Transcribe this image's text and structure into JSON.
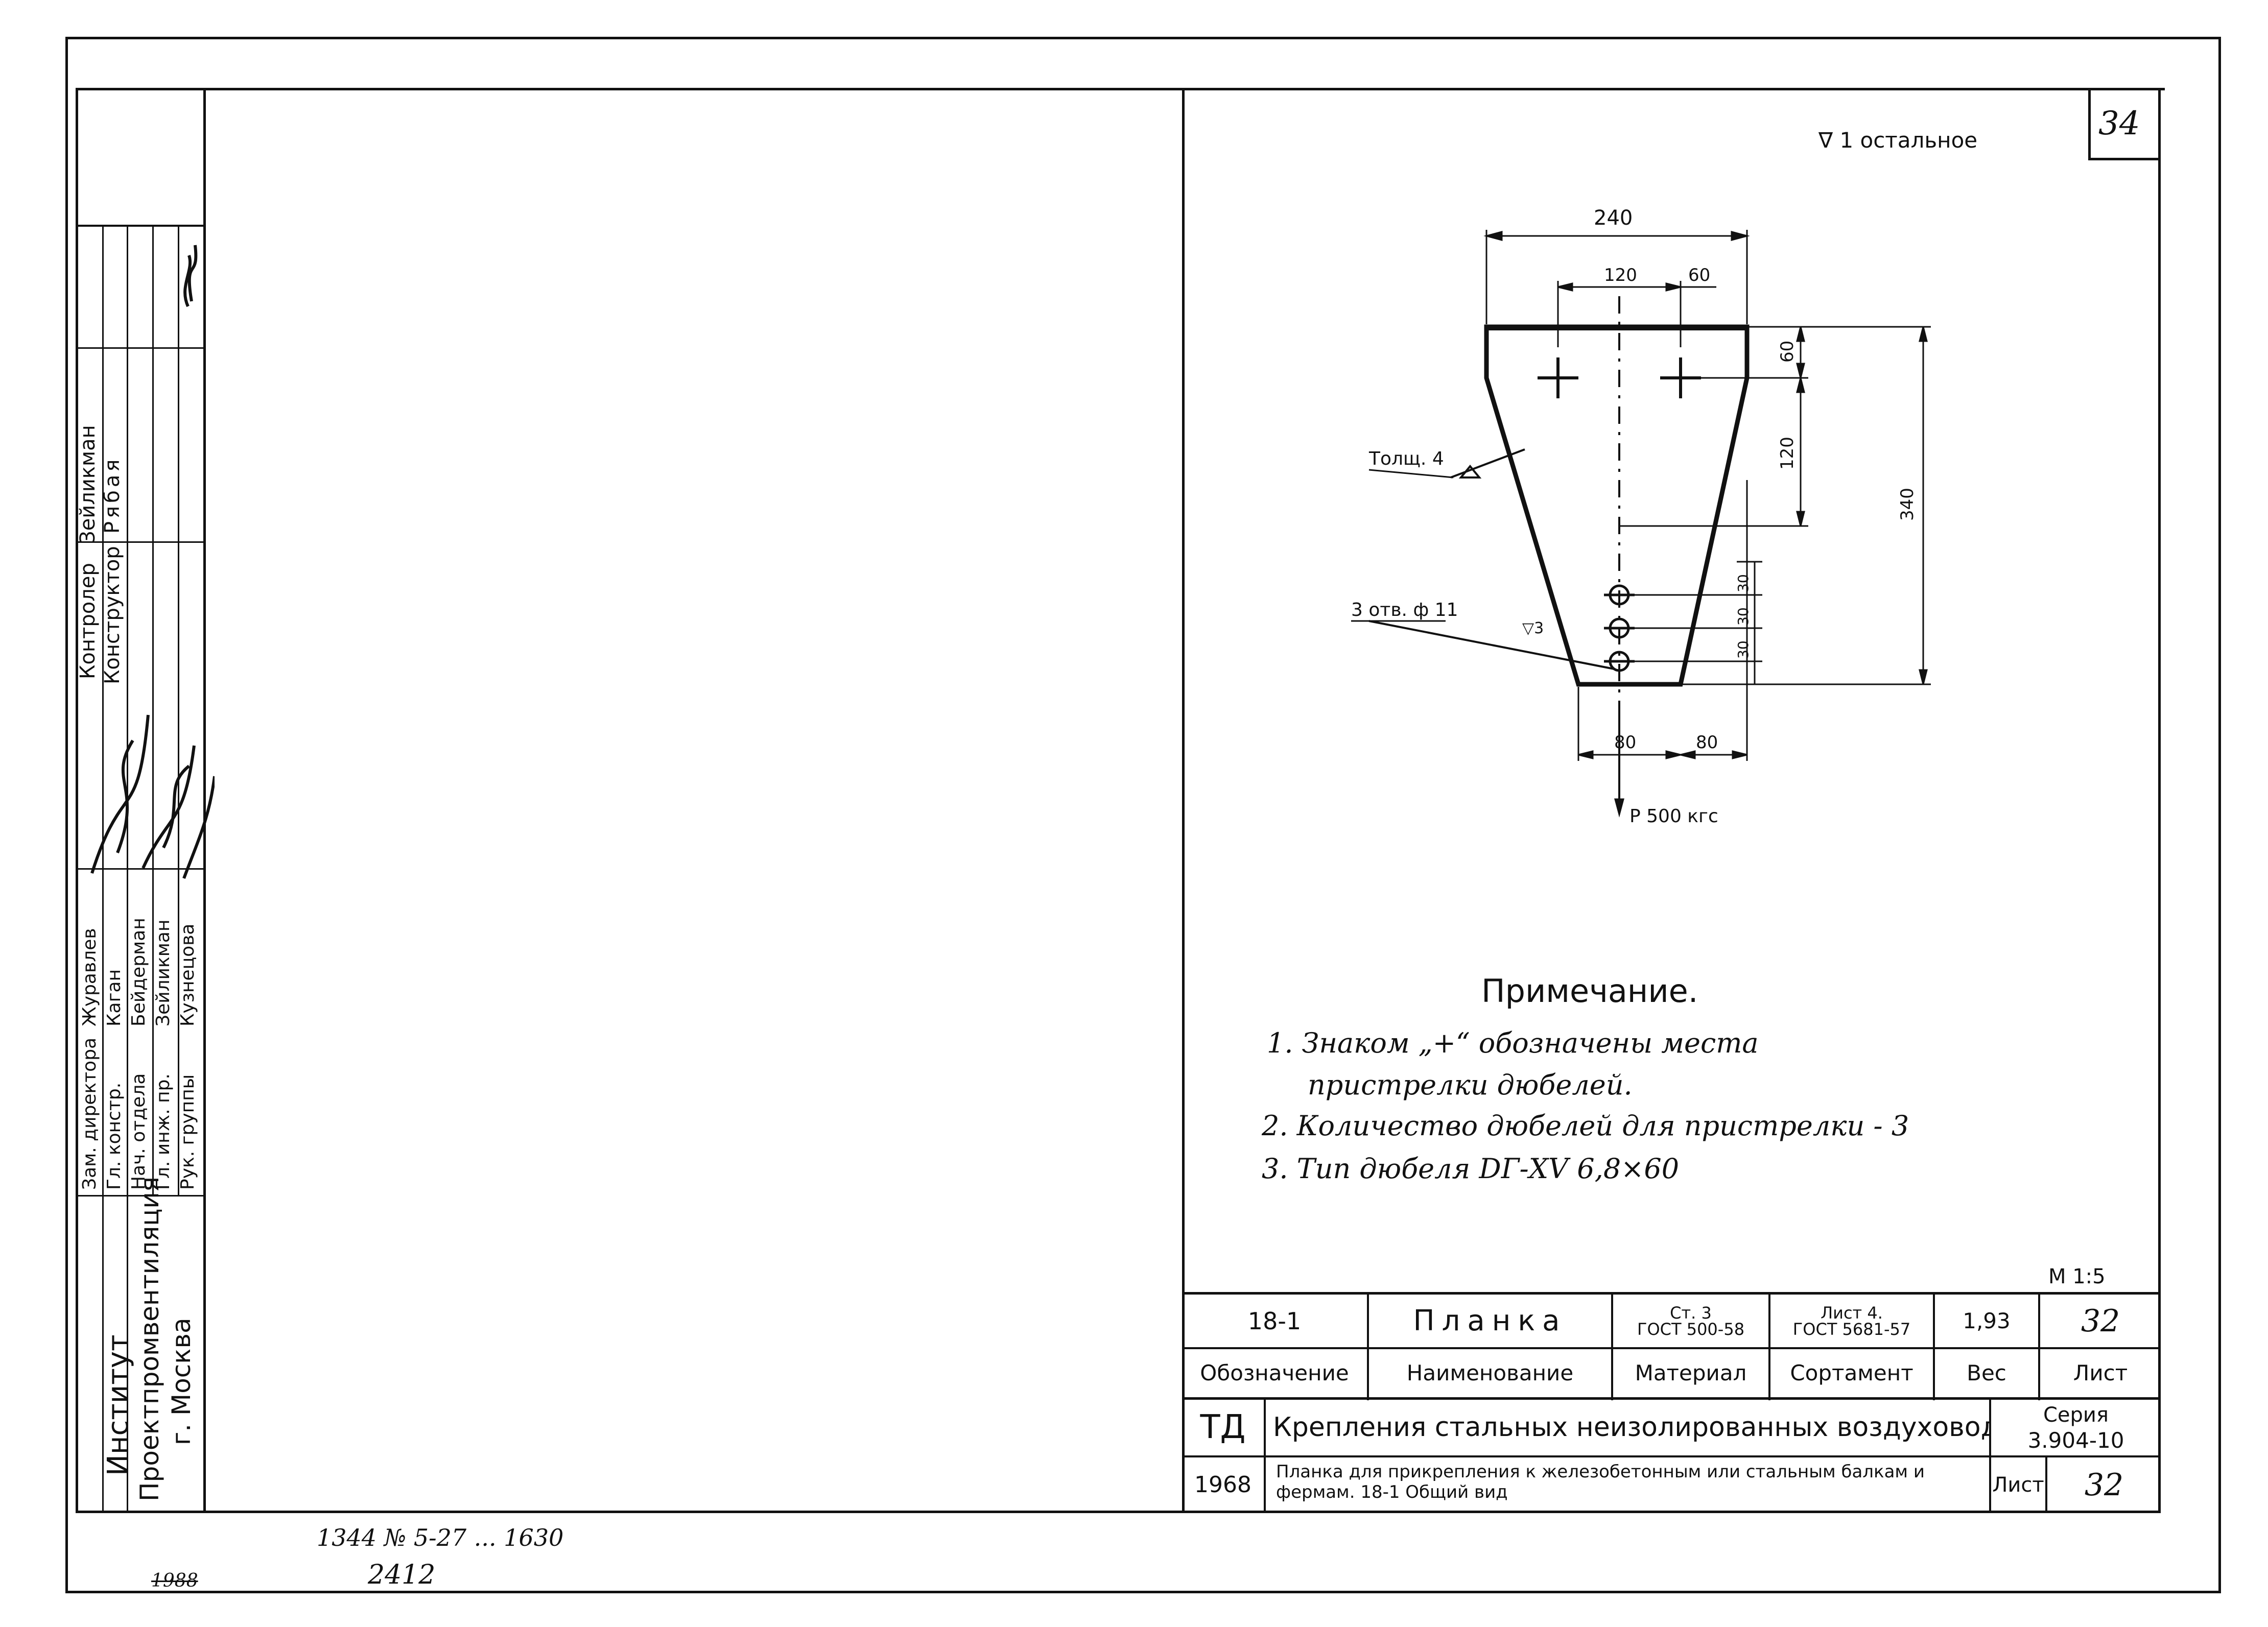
{
  "sheet": {
    "corner_number": "34",
    "surface_note": "∇ 1 остальное"
  },
  "drawing": {
    "dims": {
      "top_width": "240",
      "spacing_a": "120",
      "spacing_b": "60",
      "bottom_a": "80",
      "bottom_b": "80",
      "right_60": "60",
      "right_120": "120",
      "total_height": "340",
      "hole_pitch_1": "30",
      "hole_pitch_2": "30",
      "hole_pitch_3": "30"
    },
    "labels": {
      "thickness": "Толщ. 4",
      "holes": "3 отв. ф 11",
      "weld": "▽3",
      "load": "Р 500 кгс"
    }
  },
  "notes": {
    "heading": "Примечание.",
    "items": [
      "1. Знаком „+“ обозначены места",
      "пристрелки дюбелей.",
      "2. Количество дюбелей для пристрелки - 3",
      "3. Тип дюбеля DГ-XV 6,8×60"
    ]
  },
  "scale": "М 1:5",
  "spec_table": {
    "values": {
      "designation": "18-1",
      "name": "Планка",
      "material": "Ст. 3\nГОСТ 500-58",
      "assortment": "Лист 4.\nГОСТ 5681-57",
      "weight": "1,93",
      "sheet": "32"
    },
    "headers": {
      "designation": "Обозначение",
      "name": "Наименование",
      "material": "Материал",
      "assortment": "Сортамент",
      "weight": "Вес",
      "sheet": "Лист"
    }
  },
  "title_block": {
    "code": "ТД",
    "year": "1968",
    "title": "Крепления стальных неизолированных воздуховодов",
    "subtitle": "Планка для прикрепления к железобетонным или стальным балкам и фермам. 18-1 Общий вид",
    "series_label": "Серия",
    "series_value": "3.904-10",
    "sheet_label": "Лист",
    "sheet_value": "32"
  },
  "side_stamp": {
    "institute": [
      "Институт",
      "Проектпромвентиляция",
      "г. Москва"
    ],
    "roles": [
      "Зам. директора",
      "Гл. констр.",
      "Нач. отдела",
      "Гл. инж. пр.",
      "Рук. группы"
    ],
    "names": [
      "Журавлев",
      "Каган",
      "Бейдерман",
      "Зейликман",
      "Кузнецова"
    ],
    "roles2": [
      "Контролер",
      "Конструктор"
    ],
    "names2": [
      "Зейликман",
      "Рябая"
    ]
  },
  "bottom_notes": {
    "inventory": "1344 № 5-27 ... 1630",
    "number": "2412",
    "crossed": "1988"
  }
}
